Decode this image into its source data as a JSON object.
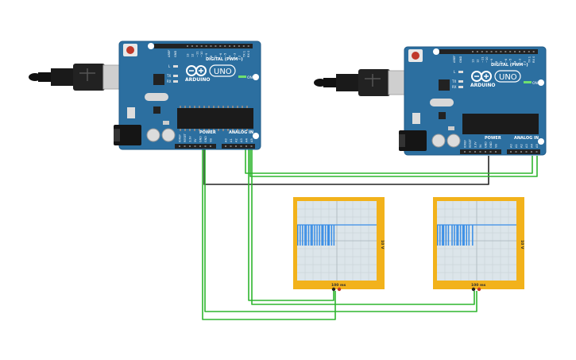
{
  "colors": {
    "board": "#2c6fa0",
    "board_dark": "#1f5a86",
    "header": "#222222",
    "wire_green": "#2fb52f",
    "wire_black": "#222222",
    "scope_frame": "#f2b21b",
    "scope_screen": "#dce5ea",
    "signal": "#3a8ee6"
  },
  "arduinos": [
    {
      "brand": "ARDUINO",
      "model": "UNO",
      "digital_label": "DIGITAL (PWM~)",
      "power_label": "POWER",
      "analog_label": "ANALOG IN",
      "on_label": "ON",
      "tx_label": "TX",
      "rx_label": "RX",
      "l_label": "L",
      "aref_label": "AREF",
      "gnd_label": "GND",
      "digital_pins": [
        "13",
        "12",
        "~11",
        "~10",
        "~9",
        "8",
        "7",
        "~6",
        "~5",
        "4",
        "~3",
        "2",
        "TX 1",
        "RX 0"
      ],
      "power_pins": [
        "IOREF",
        "RESET",
        "3.3V",
        "5V",
        "GND",
        "GND",
        "Vin"
      ],
      "analog_pins": [
        "A0",
        "A1",
        "A2",
        "A3",
        "A4",
        "A5"
      ]
    },
    {
      "brand": "ARDUINO",
      "model": "UNO",
      "digital_label": "DIGITAL (PWM~)",
      "power_label": "POWER",
      "analog_label": "ANALOG IN",
      "on_label": "ON",
      "tx_label": "TX",
      "rx_label": "RX",
      "l_label": "L",
      "aref_label": "AREF",
      "gnd_label": "GND",
      "digital_pins": [
        "13",
        "12",
        "~11",
        "~10",
        "~9",
        "8",
        "7",
        "~6",
        "~5",
        "4",
        "~3",
        "2",
        "TX 1",
        "RX 0"
      ],
      "power_pins": [
        "IOREF",
        "RESET",
        "3.3V",
        "5V",
        "GND",
        "GND",
        "Vin"
      ],
      "analog_pins": [
        "A0",
        "A1",
        "A2",
        "A3",
        "A4",
        "A5"
      ]
    }
  ],
  "oscilloscopes": [
    {
      "voltage_label": "10 V",
      "time_label": "100 ms",
      "signal_level": 0.3
    },
    {
      "voltage_label": "10 V",
      "time_label": "100 ms",
      "signal_level": 0.3
    }
  ]
}
